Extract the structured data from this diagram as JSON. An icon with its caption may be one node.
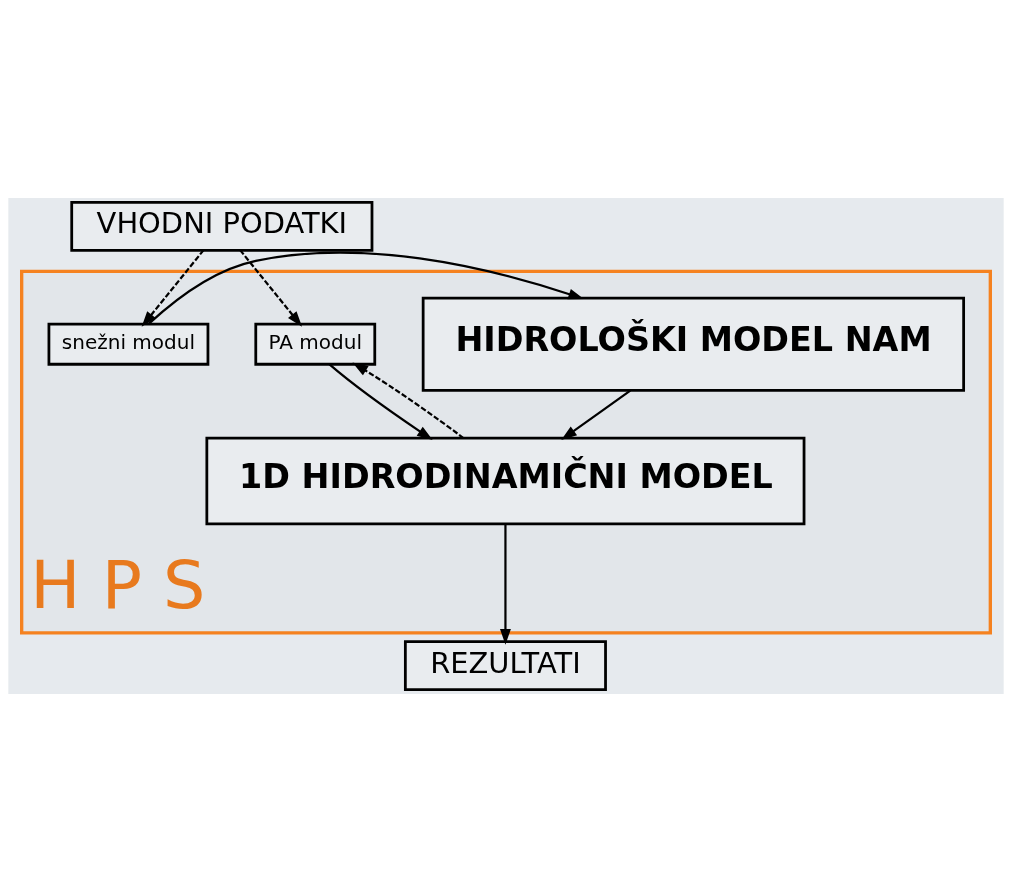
{
  "diagram": {
    "nodes": [
      {
        "text": [
          "VHODNI PODATKI"
        ]
      },
      {
        "text": [
          "H P S"
        ]
      },
      {
        "text": [
          "HIDROLOŠKI MODEL NAM"
        ],
        "in": 1
      },
      {
        "text": [
          "PA modul"
        ],
        "in": 1
      },
      {
        "text": [
          "snežni modul"
        ],
        "in": 1
      },
      {
        "text": [
          "1D HIDRODINAMIČNI MODEL"
        ],
        "in": 1
      },
      {
        "text": [
          "REZULTATI"
        ]
      }
    ],
    "edges": [
      {
        "from": 0,
        "to": 3,
        "arrow": "to",
        "style": "dashed"
      },
      {
        "from": 0,
        "to": 4,
        "arrow": "to",
        "style": "dashed"
      },
      {
        "from": 2,
        "to": 5,
        "arrow": "to"
      },
      {
        "from": 4,
        "to": 2,
        "arrow": "to"
      },
      {
        "from": 3,
        "to": 5,
        "arrow": "to"
      },
      {
        "from": 5,
        "to": 3,
        "arrow": "to",
        "style": "dashed"
      },
      {
        "from": 5,
        "to": 6,
        "arrow": "to"
      }
    ]
  }
}
